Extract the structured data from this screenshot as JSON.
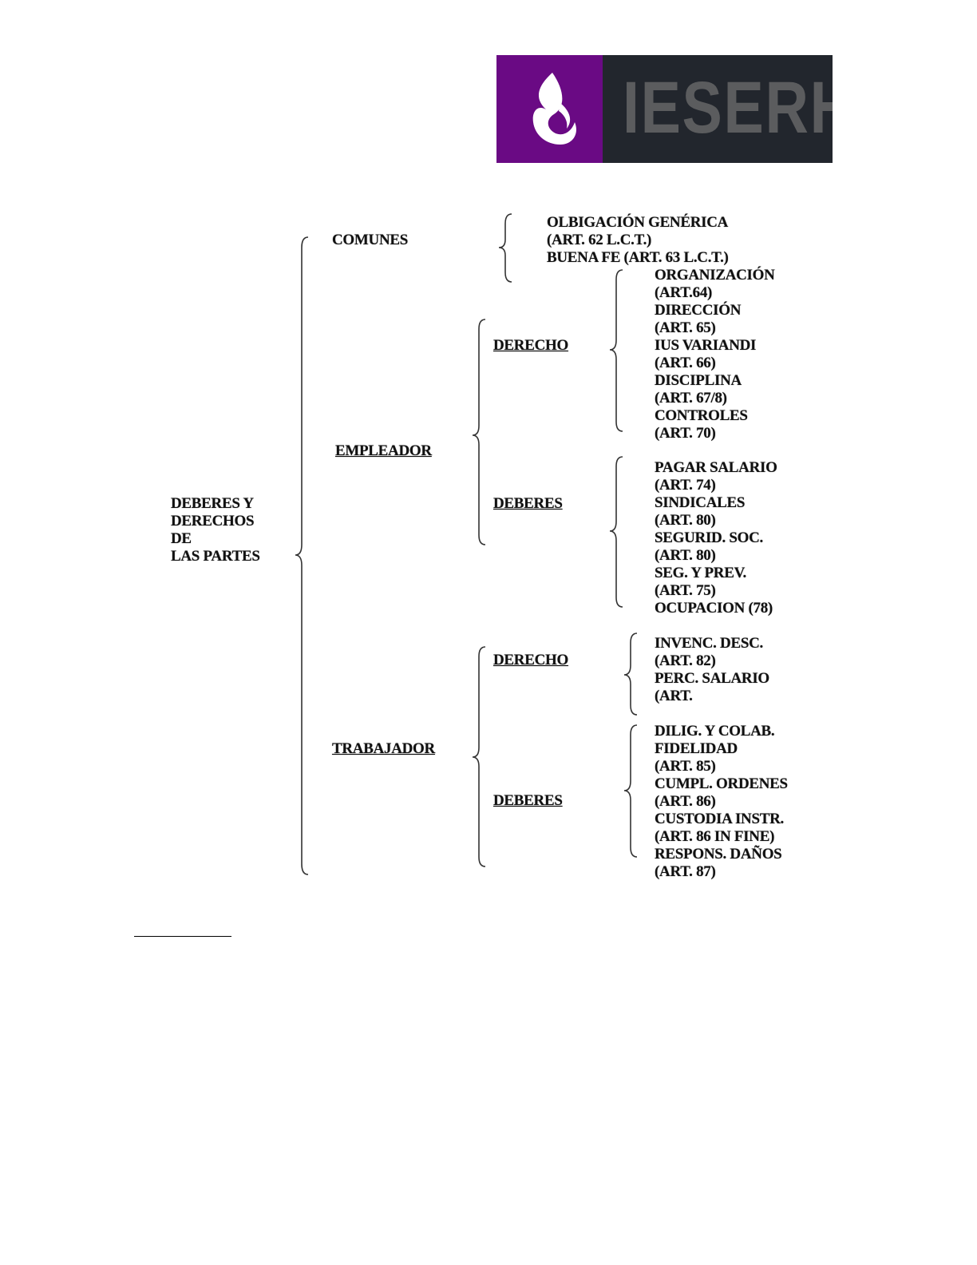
{
  "logo": {
    "text": "IESERH",
    "colors": {
      "purple": "#6a0a84",
      "dark": "#22262d"
    }
  },
  "root": {
    "lines": [
      "DEBERES Y",
      "DERECHOS",
      "DE",
      "LAS PARTES"
    ]
  },
  "comunes": {
    "label": "COMUNES",
    "items": [
      "OLBIGACIÓN GENÉRICA",
      " (ART. 62 L.C.T.)",
      "BUENA FE  (ART.  63 L.C.T.)"
    ]
  },
  "empleador": {
    "label": "EMPLEADOR",
    "derecho": {
      "label": "DERECHO",
      "items": [
        "ORGANIZACIÓN",
        "(ART.64)",
        "DIRECCIÓN",
        "(ART. 65)",
        "IUS VARIANDI",
        "(ART. 66)",
        "DISCIPLINA",
        "(ART. 67/8)",
        "CONTROLES",
        "(ART. 70)"
      ]
    },
    "deberes": {
      "label": "DEBERES",
      "items": [
        "PAGAR SALARIO",
        "(ART. 74)",
        "SINDICALES",
        "(ART. 80)",
        "SEGURID. SOC.",
        "(ART. 80)",
        "SEG. Y PREV.",
        "(ART. 75)",
        "OCUPACION (78)"
      ]
    }
  },
  "trabajador": {
    "label": "TRABAJADOR",
    "derecho": {
      "label": "DERECHO",
      "items": [
        "INVENC. DESC.",
        "(ART. 82)",
        "PERC. SALARIO",
        "(ART."
      ]
    },
    "deberes": {
      "label": "DEBERES",
      "items": [
        "DILIG. Y COLAB.",
        "FIDELIDAD",
        "(ART. 85)",
        "CUMPL. ORDENES",
        "(ART. 86)",
        "CUSTODIA INSTR.",
        "(ART. 86 IN FINE)",
        "RESPONS. DAÑOS",
        "(ART. 87)"
      ]
    }
  }
}
